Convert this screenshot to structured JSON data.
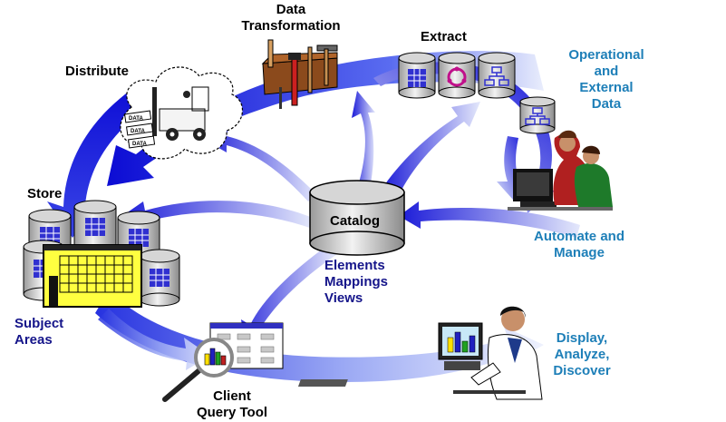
{
  "labels": {
    "data_transformation": [
      "Data",
      "Transformation"
    ],
    "extract": "Extract",
    "distribute": "Distribute",
    "operational": [
      "Operational",
      "and",
      "External",
      "Data"
    ],
    "store": "Store",
    "catalog": "Catalog",
    "catalog_items": [
      "Elements",
      "Mappings",
      "Views"
    ],
    "automate": [
      "Automate and",
      "Manage"
    ],
    "subject_areas": [
      "Subject",
      "Areas"
    ],
    "display": [
      "Display,",
      "Analyze,",
      "Discover"
    ],
    "client_query": [
      "Client",
      "Query Tool"
    ],
    "data_tag": "DATA"
  },
  "colors": {
    "arrow_dark": "#1010d8",
    "arrow_light": "#e8ecfc",
    "cylinder_top": "#d4d4d4",
    "label_teal": "#1e7fb8",
    "label_navy": "#15158a",
    "building": "#ffff40"
  },
  "icons": [
    "toolbox-icon",
    "cylinder-table-icon",
    "cylinder-cycle-icon",
    "cylinder-hierarchy-icon",
    "forklift-cloud-icon",
    "building-icon",
    "catalog-cylinder-icon",
    "people-computer-icon",
    "analyst-computer-icon",
    "query-window-icon",
    "magnifier-icon"
  ]
}
